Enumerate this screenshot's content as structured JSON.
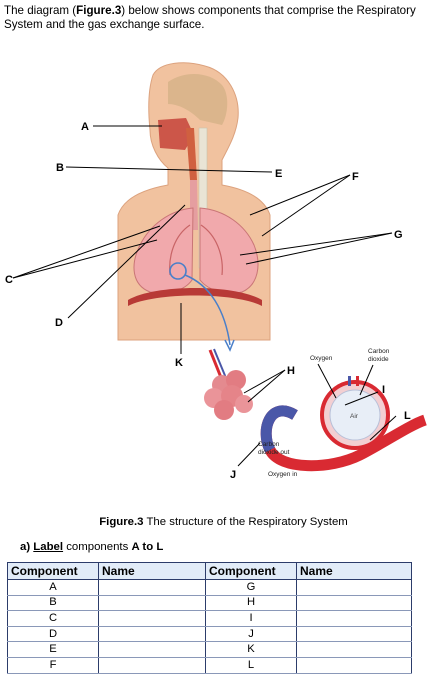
{
  "intro": {
    "prefix": "The diagram (",
    "figure_ref": "Figure.3",
    "suffix": ") below shows components that comprise the Respiratory System and the gas exchange surface."
  },
  "figure": {
    "labels": [
      "A",
      "B",
      "C",
      "D",
      "E",
      "F",
      "G",
      "H",
      "I",
      "J",
      "K",
      "L"
    ],
    "annotations": {
      "oxygen": "Oxygen",
      "carbon_dioxide_line1": "Carbon",
      "carbon_dioxide_line2": "dioxide",
      "co2_out_line1": "Carbon",
      "co2_out_line2": "dioxide out",
      "oxygen_in": "Oxygen in",
      "air": "Air"
    }
  },
  "caption": {
    "bold": "Figure.3",
    "text": " The structure of the Respiratory System"
  },
  "task": {
    "prefix": "a) ",
    "underlined": "Label",
    "middle": " components ",
    "bold_range": "A to L"
  },
  "table": {
    "headers": [
      "Component",
      "Name",
      "Component",
      "Name"
    ],
    "left_components": [
      "A",
      "B",
      "C",
      "D",
      "E",
      "F"
    ],
    "right_components": [
      "G",
      "H",
      "I",
      "J",
      "K",
      "L"
    ]
  },
  "colors": {
    "skin": "#f1c29f",
    "lung": "#f1a9ac",
    "diaphragm": "#b83a36",
    "blood_red": "#d92a32",
    "blood_blue": "#4a57a8",
    "table_header": "#e2ecf8",
    "table_border": "#2c3c6a"
  }
}
